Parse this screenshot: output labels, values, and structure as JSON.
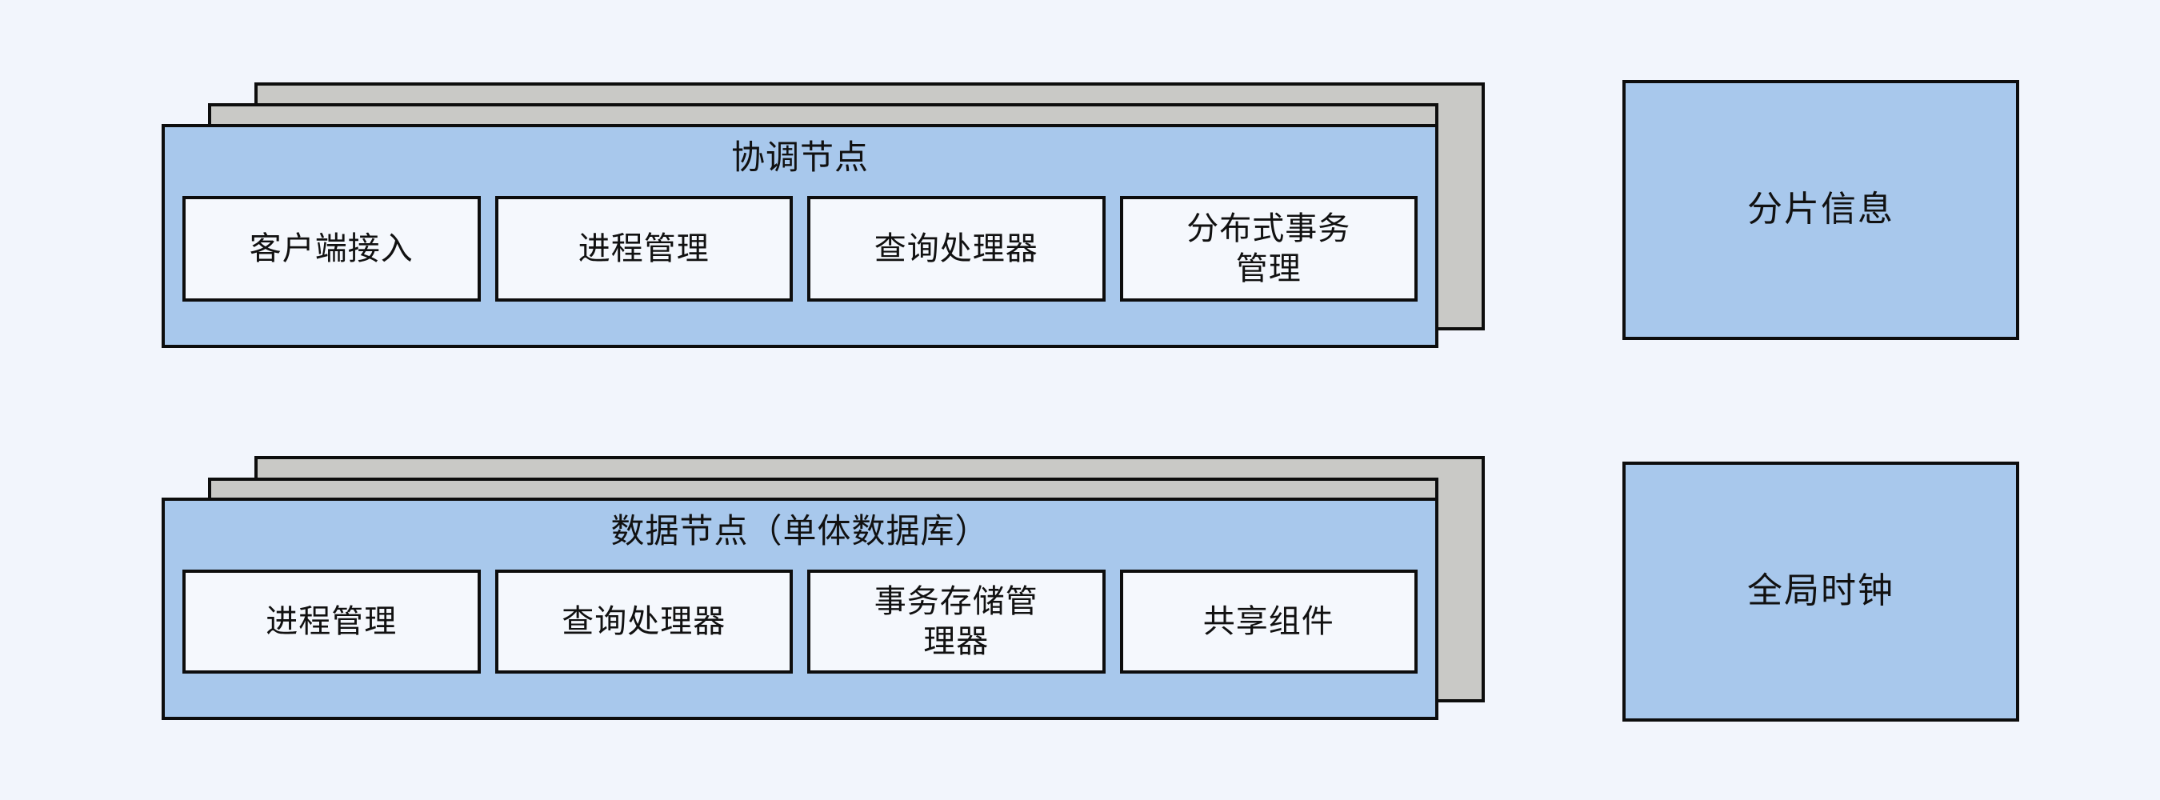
{
  "diagram": {
    "background_color": "#f2f5fc",
    "card_fill_color": "#a8c8ec",
    "stack_fill_color": "#c9c9c6",
    "slot_fill_color": "#f5f8fd",
    "border_color": "#0d0d0d",
    "node_groups": [
      {
        "id": "coordinator-node",
        "title": "协调节点",
        "stack_count": 3,
        "components": [
          {
            "label": "客户端接入"
          },
          {
            "label": "进程管理"
          },
          {
            "label": "查询处理器"
          },
          {
            "label": "分布式事务\n管理"
          }
        ]
      },
      {
        "id": "data-node",
        "title": "数据节点（单体数据库）",
        "stack_count": 3,
        "components": [
          {
            "label": "进程管理"
          },
          {
            "label": "查询处理器"
          },
          {
            "label": "事务存储管\n理器"
          },
          {
            "label": "共享组件"
          }
        ]
      }
    ],
    "side_boxes": [
      {
        "id": "shard-info",
        "label": "分片信息"
      },
      {
        "id": "global-clock",
        "label": "全局时钟"
      }
    ]
  }
}
